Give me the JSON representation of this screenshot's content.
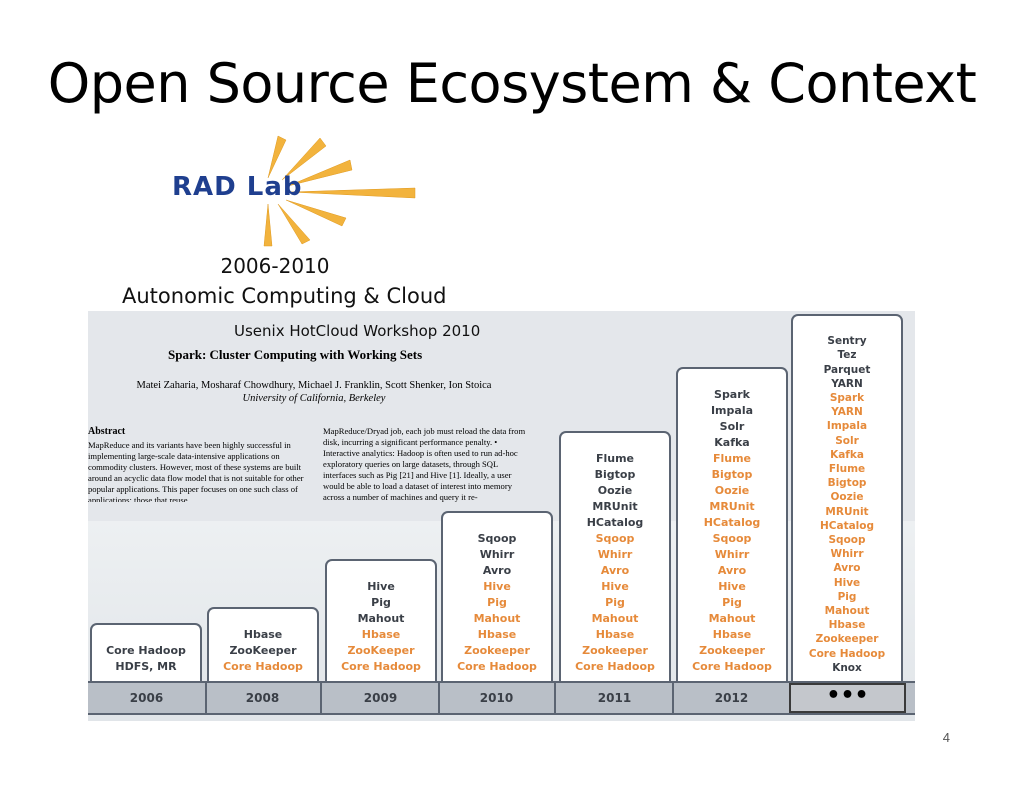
{
  "slide": {
    "title": "Open Source Ecosystem & Context",
    "logo_text": "RAD Lab",
    "years": "2006-2010",
    "subtitle": "Autonomic Computing & Cloud",
    "usenix": "Usenix HotCloud Workshop 2010",
    "page_number": "4"
  },
  "paper": {
    "title": "Spark: Cluster Computing with Working Sets",
    "authors": "Matei Zaharia, Mosharaf Chowdhury, Michael J. Franklin, Scott Shenker, Ion Stoica",
    "affiliation": "University of California, Berkeley",
    "abstract_heading": "Abstract",
    "abstract_left": "MapReduce and its variants have been highly successful in implementing large-scale data-intensive applications on commodity clusters. However, most of these systems are built around an acyclic data flow model that is not suitable for other popular applications. This paper focuses on one such class of applications: those that reuse",
    "abstract_right": "MapReduce/Dryad job, each job must reload the data from disk, incurring a significant performance penalty. • Interactive analytics: Hadoop is often used to run ad-hoc exploratory queries on large datasets, through SQL interfaces such as Pig [21] and Hive [1]. Ideally, a user would be able to load a dataset of interest into memory across a number of machines and query it re-"
  },
  "timeline": {
    "columns": [
      {
        "year": "2006",
        "items": [
          {
            "text": "Core Hadoop",
            "style": "dark"
          },
          {
            "text": "HDFS, MR",
            "style": "dark"
          }
        ]
      },
      {
        "year": "2008",
        "items": [
          {
            "text": "Hbase",
            "style": "dark"
          },
          {
            "text": "ZooKeeper",
            "style": "dark"
          },
          {
            "text": "Core Hadoop",
            "style": "orange"
          }
        ]
      },
      {
        "year": "2009",
        "items": [
          {
            "text": "Hive",
            "style": "dark"
          },
          {
            "text": "Pig",
            "style": "dark"
          },
          {
            "text": "Mahout",
            "style": "dark"
          },
          {
            "text": "Hbase",
            "style": "orange"
          },
          {
            "text": "ZooKeeper",
            "style": "orange"
          },
          {
            "text": "Core Hadoop",
            "style": "orange"
          }
        ]
      },
      {
        "year": "2010",
        "items": [
          {
            "text": "Sqoop",
            "style": "dark"
          },
          {
            "text": "Whirr",
            "style": "dark"
          },
          {
            "text": "Avro",
            "style": "dark"
          },
          {
            "text": "Hive",
            "style": "orange"
          },
          {
            "text": "Pig",
            "style": "orange"
          },
          {
            "text": "Mahout",
            "style": "orange"
          },
          {
            "text": "Hbase",
            "style": "orange"
          },
          {
            "text": "Zookeeper",
            "style": "orange"
          },
          {
            "text": "Core Hadoop",
            "style": "orange"
          }
        ]
      },
      {
        "year": "2011",
        "items": [
          {
            "text": "Flume",
            "style": "dark"
          },
          {
            "text": "Bigtop",
            "style": "dark"
          },
          {
            "text": "Oozie",
            "style": "dark"
          },
          {
            "text": "MRUnit",
            "style": "dark"
          },
          {
            "text": "HCatalog",
            "style": "dark"
          },
          {
            "text": "Sqoop",
            "style": "orange"
          },
          {
            "text": "Whirr",
            "style": "orange"
          },
          {
            "text": "Avro",
            "style": "orange"
          },
          {
            "text": "Hive",
            "style": "orange"
          },
          {
            "text": "Pig",
            "style": "orange"
          },
          {
            "text": "Mahout",
            "style": "orange"
          },
          {
            "text": "Hbase",
            "style": "orange"
          },
          {
            "text": "Zookeeper",
            "style": "orange"
          },
          {
            "text": "Core Hadoop",
            "style": "orange"
          }
        ]
      },
      {
        "year": "2012",
        "items": [
          {
            "text": "Spark",
            "style": "dark"
          },
          {
            "text": "Impala",
            "style": "dark"
          },
          {
            "text": "Solr",
            "style": "dark"
          },
          {
            "text": "Kafka",
            "style": "dark"
          },
          {
            "text": "Flume",
            "style": "orange"
          },
          {
            "text": "Bigtop",
            "style": "orange"
          },
          {
            "text": "Oozie",
            "style": "orange"
          },
          {
            "text": "MRUnit",
            "style": "orange"
          },
          {
            "text": "HCatalog",
            "style": "orange"
          },
          {
            "text": "Sqoop",
            "style": "orange"
          },
          {
            "text": "Whirr",
            "style": "orange"
          },
          {
            "text": "Avro",
            "style": "orange"
          },
          {
            "text": "Hive",
            "style": "orange"
          },
          {
            "text": "Pig",
            "style": "orange"
          },
          {
            "text": "Mahout",
            "style": "orange"
          },
          {
            "text": "Hbase",
            "style": "orange"
          },
          {
            "text": "Zookeeper",
            "style": "orange"
          },
          {
            "text": "Core Hadoop",
            "style": "orange"
          }
        ]
      },
      {
        "year": "•••",
        "items": [
          {
            "text": "Sentry",
            "style": "dark"
          },
          {
            "text": "Tez",
            "style": "dark"
          },
          {
            "text": "Parquet",
            "style": "dark"
          },
          {
            "text": "YARN",
            "style": "dark"
          },
          {
            "text": "Spark",
            "style": "orange"
          },
          {
            "text": "YARN",
            "style": "orange"
          },
          {
            "text": "Impala",
            "style": "orange"
          },
          {
            "text": "Solr",
            "style": "orange"
          },
          {
            "text": "Kafka",
            "style": "orange"
          },
          {
            "text": "Flume",
            "style": "orange"
          },
          {
            "text": "Bigtop",
            "style": "orange"
          },
          {
            "text": "Oozie",
            "style": "orange"
          },
          {
            "text": "MRUnit",
            "style": "orange"
          },
          {
            "text": "HCatalog",
            "style": "orange"
          },
          {
            "text": "Sqoop",
            "style": "orange"
          },
          {
            "text": "Whirr",
            "style": "orange"
          },
          {
            "text": "Avro",
            "style": "orange"
          },
          {
            "text": "Hive",
            "style": "orange"
          },
          {
            "text": "Pig",
            "style": "orange"
          },
          {
            "text": "Mahout",
            "style": "orange"
          },
          {
            "text": "Hbase",
            "style": "orange"
          },
          {
            "text": "Zookeeper",
            "style": "orange"
          },
          {
            "text": "Core Hadoop",
            "style": "orange"
          },
          {
            "text": "Knox",
            "style": "dark"
          }
        ]
      }
    ]
  },
  "colors": {
    "dark_text": "#3a3f47",
    "orange_text": "#e68a3a",
    "logo_blue": "#1f3f8f",
    "logo_rays": "#f2b33d"
  }
}
